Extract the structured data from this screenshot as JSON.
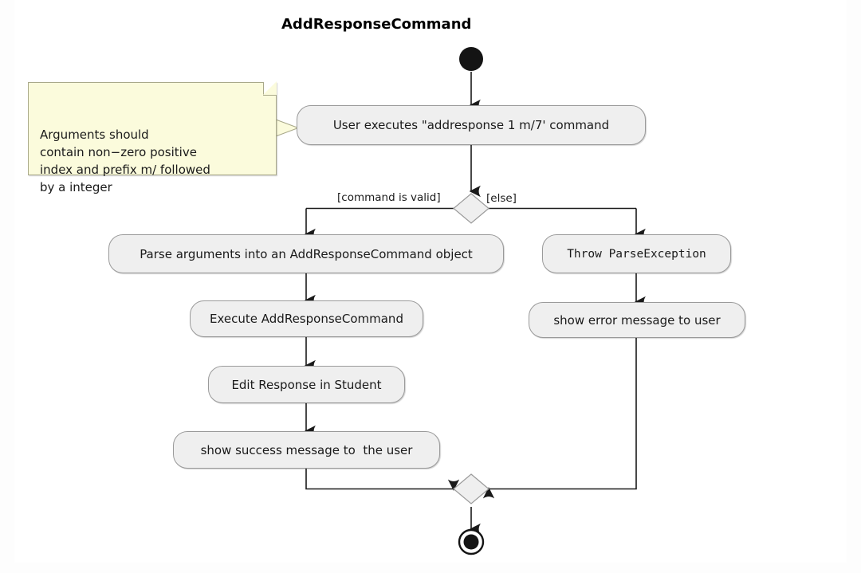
{
  "diagram": {
    "title": "AddResponseCommand",
    "type": "uml-activity-diagram",
    "colors": {
      "page_background": "#fdfdfd",
      "canvas_background": "#ffffff",
      "activity_fill": "#efefef",
      "activity_border": "#9a9a9a",
      "note_fill": "#fbfbdc",
      "note_border": "#a9a98a",
      "decision_fill": "#efefef",
      "node_marker": "#000000",
      "connector": "#1a1a1a"
    },
    "note": {
      "name": "arguments-note",
      "text": "Arguments should\ncontain non−zero positive\nindex and prefix m/ followed\nby a integer"
    },
    "nodes": {
      "start": {
        "label": "start-node",
        "shape": "filled-circle"
      },
      "user_executes": {
        "label": "User executes \"addresponse 1 m/7' command"
      },
      "decision": {
        "label": "decision-node",
        "shape": "diamond"
      },
      "parse_arguments": {
        "label": "Parse arguments into an AddResponseCommand object"
      },
      "execute_command": {
        "label": "Execute AddResponseCommand"
      },
      "edit_response": {
        "label": "Edit Response in Student"
      },
      "show_success": {
        "label": "show success message to  the user"
      },
      "throw_exception": {
        "label": "Throw ParseException"
      },
      "show_error": {
        "label": "show error message to user"
      },
      "merge": {
        "label": "merge-node",
        "shape": "diamond"
      },
      "end": {
        "label": "end-node",
        "shape": "bullseye"
      }
    },
    "guards": {
      "valid": "[command is valid]",
      "else": "[else]"
    }
  }
}
